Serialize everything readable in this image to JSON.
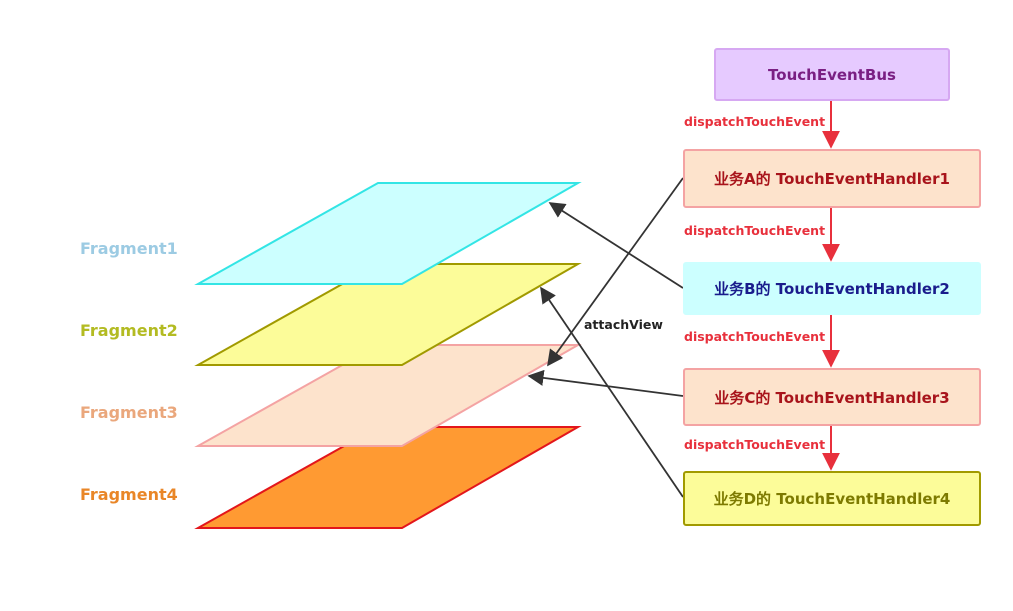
{
  "fragments": [
    {
      "label": "Fragment1",
      "fill": "#ccffff",
      "stroke": "#33e5e5",
      "label_color": "#9ccbe3"
    },
    {
      "label": "Fragment2",
      "fill": "#fcfc99",
      "stroke": "#a19a00",
      "label_color": "#b3bb22"
    },
    {
      "label": "Fragment3",
      "fill": "#fde3cc",
      "stroke": "#f4a3a3",
      "label_color": "#eaa77c"
    },
    {
      "label": "Fragment4",
      "fill": "#ff9a32",
      "stroke": "#e3161b",
      "label_color": "#e98627"
    }
  ],
  "bus": {
    "label": "TouchEventBus",
    "fill": "#e6caff",
    "stroke": "#d6a8f2",
    "text_color": "#7a1f83"
  },
  "handlers": [
    {
      "label": "业务A的 TouchEventHandler1",
      "fill": "#fde3cc",
      "stroke": "#f4a3a3",
      "text_color": "#a8141b"
    },
    {
      "label": "业务B的 TouchEventHandler2",
      "fill": "#ccffff",
      "stroke": "#ccffff",
      "text_color": "#1a1c8c"
    },
    {
      "label": "业务C的 TouchEventHandler3",
      "fill": "#fde3cc",
      "stroke": "#f4a3a3",
      "text_color": "#a8141b"
    },
    {
      "label": "业务D的 TouchEventHandler4",
      "fill": "#fcfc99",
      "stroke": "#a19a00",
      "text_color": "#7d7a00"
    }
  ],
  "dispatch_label": "dispatchTouchEvent",
  "attach_label": "attachView",
  "colors": {
    "dispatch_arrow": "#e8303c",
    "attach_arrow": "#333333"
  }
}
